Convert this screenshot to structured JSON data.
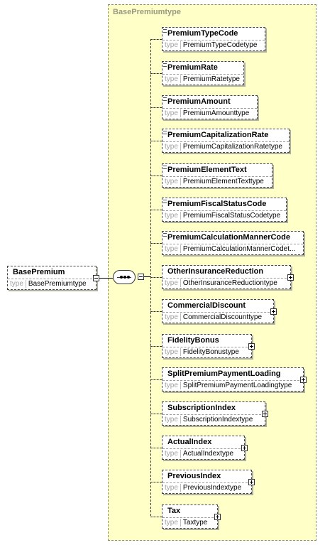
{
  "root": {
    "name": "BasePremium",
    "type": "BasePremiumtype"
  },
  "group": {
    "title": "BasePremiumtype"
  },
  "type_keyword": "type",
  "children": [
    {
      "name": "PremiumTypeCode",
      "type": "PremiumTypeCodetype",
      "expandable": false
    },
    {
      "name": "PremiumRate",
      "type": "PremiumRatetype",
      "expandable": false
    },
    {
      "name": "PremiumAmount",
      "type": "PremiumAmounttype",
      "expandable": false
    },
    {
      "name": "PremiumCapitalizationRate",
      "type": "PremiumCapitalizationRatetype",
      "expandable": false
    },
    {
      "name": "PremiumElementText",
      "type": "PremiumElementTexttype",
      "expandable": false
    },
    {
      "name": "PremiumFiscalStatusCode",
      "type": "PremiumFiscalStatusCodetype",
      "expandable": false
    },
    {
      "name": "PremiumCalculationMannerCode",
      "type": "PremiumCalculationMannerCodet...",
      "expandable": false
    },
    {
      "name": "OtherInsuranceReduction",
      "type": "OtherInsuranceReductiontype",
      "expandable": true
    },
    {
      "name": "CommercialDiscount",
      "type": "CommercialDiscounttype",
      "expandable": true
    },
    {
      "name": "FidelityBonus",
      "type": "FidelityBonustype",
      "expandable": true
    },
    {
      "name": "SplitPremiumPaymentLoading",
      "type": "SplitPremiumPaymentLoadingtype",
      "expandable": true
    },
    {
      "name": "SubscriptionIndex",
      "type": "SubscriptionIndextype",
      "expandable": true
    },
    {
      "name": "ActualIndex",
      "type": "ActualIndextype",
      "expandable": true
    },
    {
      "name": "PreviousIndex",
      "type": "PreviousIndextype",
      "expandable": true
    },
    {
      "name": "Tax",
      "type": "Taxtype",
      "expandable": true
    }
  ]
}
